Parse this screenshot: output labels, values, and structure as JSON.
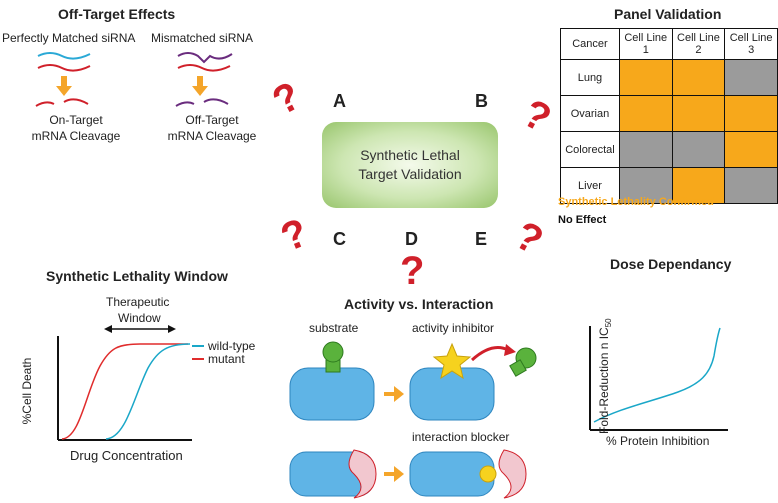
{
  "center_box": {
    "line1": "Synthetic Lethal",
    "line2": "Target Validation"
  },
  "letters": {
    "a": "A",
    "b": "B",
    "c": "C",
    "d": "D",
    "e": "E"
  },
  "off_target": {
    "title": "Off-Target Effects",
    "matched_label": "Perfectly Matched siRNA",
    "mismatched_label": "Mismatched siRNA",
    "on_target_line1": "On-Target",
    "on_target_line2": "mRNA Cleavage",
    "off_target_line1": "Off-Target",
    "off_target_line2": "mRNA Cleavage"
  },
  "panel_validation": {
    "title": "Panel Validation",
    "headers": [
      "Cancer",
      "Cell Line 1",
      "Cell Line 2",
      "Cell Line 3"
    ],
    "rows": [
      {
        "name": "Lung",
        "cells": [
          "confirmed",
          "confirmed",
          "no_effect"
        ]
      },
      {
        "name": "Ovarian",
        "cells": [
          "confirmed",
          "confirmed",
          "confirmed"
        ]
      },
      {
        "name": "Colorectal",
        "cells": [
          "no_effect",
          "no_effect",
          "confirmed"
        ]
      },
      {
        "name": "Liver",
        "cells": [
          "no_effect",
          "confirmed",
          "no_effect"
        ]
      }
    ],
    "legend_confirmed": "Synthetic Lethality Confirmed",
    "legend_no_effect": "No Effect",
    "confirmed_color": "#f7a81b",
    "no_effect_color": "#9b9b9b"
  },
  "sl_window": {
    "title": "Synthetic Lethality Window",
    "window_label_line1": "Therapeutic",
    "window_label_line2": "Window",
    "ylabel": "%Cell Death",
    "xlabel": "Drug Concentration",
    "legend_wild": "wild-type",
    "legend_mutant": "mutant",
    "wild_color": "#1aa7c8",
    "mutant_color": "#e02c2c"
  },
  "activity": {
    "title": "Activity vs. Interaction",
    "substrate_label": "substrate",
    "inhibitor_label": "activity inhibitor",
    "blocker_label": "interaction blocker"
  },
  "dose": {
    "title": "Dose Dependancy",
    "ylabel_main": "Fold-Reduction n IC",
    "ylabel_sub": "50",
    "xlabel": "% Protein Inhibition",
    "line_color": "#1aa7c8"
  },
  "colors": {
    "question_mark": "#d0202a",
    "arrow_orange": "#f4a52a",
    "cell_blue": "#5fb4e6",
    "substrate_green": "#5ab23c",
    "star_yellow": "#f6d21e",
    "blocker_pink": "#f2c7cf"
  }
}
